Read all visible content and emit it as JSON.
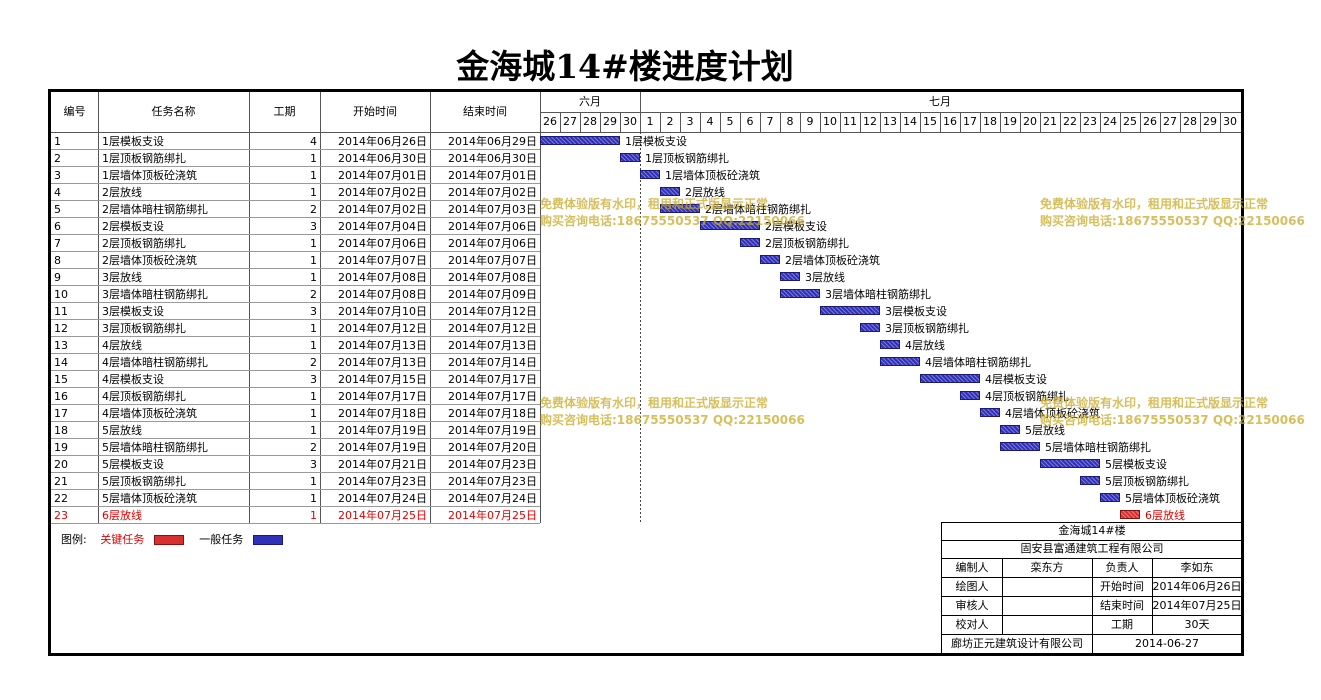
{
  "title": "金海城14#楼进度计划",
  "table_headers": {
    "id": "编号",
    "name": "任务名称",
    "duration": "工期",
    "start": "开始时间",
    "end": "结束时间"
  },
  "months": [
    {
      "label": "六月",
      "days": [
        "26",
        "27",
        "28",
        "29",
        "30"
      ]
    },
    {
      "label": "七月",
      "days": [
        "1",
        "2",
        "3",
        "4",
        "5",
        "6",
        "7",
        "8",
        "9",
        "10",
        "11",
        "12",
        "13",
        "14",
        "15",
        "16",
        "17",
        "18",
        "19",
        "20",
        "21",
        "22",
        "23",
        "24",
        "25",
        "26",
        "27",
        "28",
        "29",
        "30"
      ]
    }
  ],
  "colors": {
    "normal": "#3030b8",
    "critical": "#d83030"
  },
  "chart_data": {
    "type": "gantt",
    "title": "金海城14#楼进度计划",
    "time_axis": {
      "start": "2014-06-26",
      "end": "2014-07-30",
      "unit": "day"
    },
    "tasks": [
      {
        "id": "1",
        "name": "1层模板支设",
        "duration": "4",
        "start": "2014年06月26日",
        "end": "2014年06月29日",
        "start_date": "2014-06-26",
        "end_date": "2014-06-29",
        "critical": false
      },
      {
        "id": "2",
        "name": "1层顶板钢筋绑扎",
        "duration": "1",
        "start": "2014年06月30日",
        "end": "2014年06月30日",
        "start_date": "2014-06-30",
        "end_date": "2014-06-30",
        "critical": false
      },
      {
        "id": "3",
        "name": "1层墙体顶板砼浇筑",
        "duration": "1",
        "start": "2014年07月01日",
        "end": "2014年07月01日",
        "start_date": "2014-07-01",
        "end_date": "2014-07-01",
        "critical": false
      },
      {
        "id": "4",
        "name": "2层放线",
        "duration": "1",
        "start": "2014年07月02日",
        "end": "2014年07月02日",
        "start_date": "2014-07-02",
        "end_date": "2014-07-02",
        "critical": false
      },
      {
        "id": "5",
        "name": "2层墙体暗柱钢筋绑扎",
        "duration": "2",
        "start": "2014年07月02日",
        "end": "2014年07月03日",
        "start_date": "2014-07-02",
        "end_date": "2014-07-03",
        "critical": false
      },
      {
        "id": "6",
        "name": "2层模板支设",
        "duration": "3",
        "start": "2014年07月04日",
        "end": "2014年07月06日",
        "start_date": "2014-07-04",
        "end_date": "2014-07-06",
        "critical": false
      },
      {
        "id": "7",
        "name": "2层顶板钢筋绑扎",
        "duration": "1",
        "start": "2014年07月06日",
        "end": "2014年07月06日",
        "start_date": "2014-07-06",
        "end_date": "2014-07-06",
        "critical": false
      },
      {
        "id": "8",
        "name": "2层墙体顶板砼浇筑",
        "duration": "1",
        "start": "2014年07月07日",
        "end": "2014年07月07日",
        "start_date": "2014-07-07",
        "end_date": "2014-07-07",
        "critical": false
      },
      {
        "id": "9",
        "name": "3层放线",
        "duration": "1",
        "start": "2014年07月08日",
        "end": "2014年07月08日",
        "start_date": "2014-07-08",
        "end_date": "2014-07-08",
        "critical": false
      },
      {
        "id": "10",
        "name": "3层墙体暗柱钢筋绑扎",
        "duration": "2",
        "start": "2014年07月08日",
        "end": "2014年07月09日",
        "start_date": "2014-07-08",
        "end_date": "2014-07-09",
        "critical": false
      },
      {
        "id": "11",
        "name": "3层模板支设",
        "duration": "3",
        "start": "2014年07月10日",
        "end": "2014年07月12日",
        "start_date": "2014-07-10",
        "end_date": "2014-07-12",
        "critical": false
      },
      {
        "id": "12",
        "name": "3层顶板钢筋绑扎",
        "duration": "1",
        "start": "2014年07月12日",
        "end": "2014年07月12日",
        "start_date": "2014-07-12",
        "end_date": "2014-07-12",
        "critical": false
      },
      {
        "id": "13",
        "name": "4层放线",
        "duration": "1",
        "start": "2014年07月13日",
        "end": "2014年07月13日",
        "start_date": "2014-07-13",
        "end_date": "2014-07-13",
        "critical": false
      },
      {
        "id": "14",
        "name": "4层墙体暗柱钢筋绑扎",
        "duration": "2",
        "start": "2014年07月13日",
        "end": "2014年07月14日",
        "start_date": "2014-07-13",
        "end_date": "2014-07-14",
        "critical": false
      },
      {
        "id": "15",
        "name": "4层模板支设",
        "duration": "3",
        "start": "2014年07月15日",
        "end": "2014年07月17日",
        "start_date": "2014-07-15",
        "end_date": "2014-07-17",
        "critical": false
      },
      {
        "id": "16",
        "name": "4层顶板钢筋绑扎",
        "duration": "1",
        "start": "2014年07月17日",
        "end": "2014年07月17日",
        "start_date": "2014-07-17",
        "end_date": "2014-07-17",
        "critical": false
      },
      {
        "id": "17",
        "name": "4层墙体顶板砼浇筑",
        "duration": "1",
        "start": "2014年07月18日",
        "end": "2014年07月18日",
        "start_date": "2014-07-18",
        "end_date": "2014-07-18",
        "critical": false
      },
      {
        "id": "18",
        "name": "5层放线",
        "duration": "1",
        "start": "2014年07月19日",
        "end": "2014年07月19日",
        "start_date": "2014-07-19",
        "end_date": "2014-07-19",
        "critical": false
      },
      {
        "id": "19",
        "name": "5层墙体暗柱钢筋绑扎",
        "duration": "2",
        "start": "2014年07月19日",
        "end": "2014年07月20日",
        "start_date": "2014-07-19",
        "end_date": "2014-07-20",
        "critical": false
      },
      {
        "id": "20",
        "name": "5层模板支设",
        "duration": "3",
        "start": "2014年07月21日",
        "end": "2014年07月23日",
        "start_date": "2014-07-21",
        "end_date": "2014-07-23",
        "critical": false
      },
      {
        "id": "21",
        "name": "5层顶板钢筋绑扎",
        "duration": "1",
        "start": "2014年07月23日",
        "end": "2014年07月23日",
        "start_date": "2014-07-23",
        "end_date": "2014-07-23",
        "critical": false
      },
      {
        "id": "22",
        "name": "5层墙体顶板砼浇筑",
        "duration": "1",
        "start": "2014年07月24日",
        "end": "2014年07月24日",
        "start_date": "2014-07-24",
        "end_date": "2014-07-24",
        "critical": false
      },
      {
        "id": "23",
        "name": "6层放线",
        "duration": "1",
        "start": "2014年07月25日",
        "end": "2014年07月25日",
        "start_date": "2014-07-25",
        "end_date": "2014-07-25",
        "critical": true
      }
    ],
    "legend": [
      {
        "name": "关键任务",
        "critical": true
      },
      {
        "name": "一般任务",
        "critical": false
      }
    ]
  },
  "legend_prefix": "图例:",
  "watermark": {
    "line1": "免费体验版有水印，租用和正式版显示正常",
    "line2": "购买咨询电话:18675550537 QQ:22150066"
  },
  "info_box": {
    "project": "金海城14#楼",
    "company": "固安县富通建筑工程有限公司",
    "rows": [
      [
        "编制人",
        "栾东方",
        "负责人",
        "李如东"
      ],
      [
        "绘图人",
        "",
        "开始时间",
        "2014年06月26日"
      ],
      [
        "审核人",
        "",
        "结束时间",
        "2014年07月25日"
      ],
      [
        "校对人",
        "",
        "工期",
        "30天"
      ]
    ],
    "footer": [
      "廊坊正元建筑设计有限公司",
      "2014-06-27"
    ]
  }
}
